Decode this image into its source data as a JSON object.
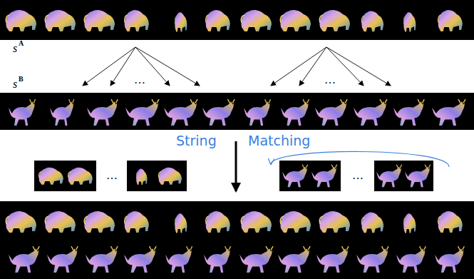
{
  "diagram": {
    "labels": [
      "s",
      "A",
      "s",
      "B",
      "…",
      "…",
      "String",
      "Matching",
      "…",
      "…"
    ]
  }
}
